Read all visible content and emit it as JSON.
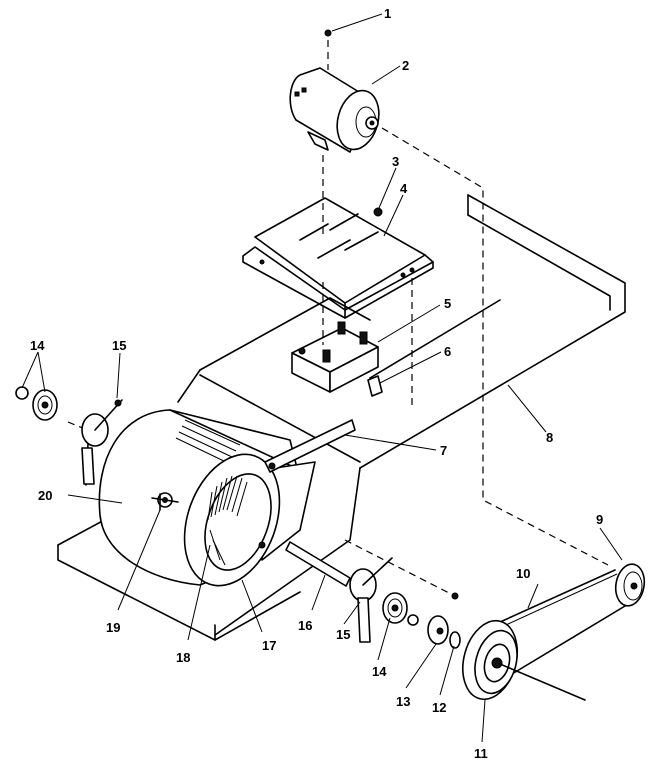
{
  "callouts": [
    "1",
    "2",
    "3",
    "4",
    "5",
    "6",
    "7",
    "8",
    "9",
    "10",
    "11",
    "12",
    "13",
    "14",
    "14",
    "15",
    "15",
    "16",
    "17",
    "18",
    "19",
    "20"
  ]
}
